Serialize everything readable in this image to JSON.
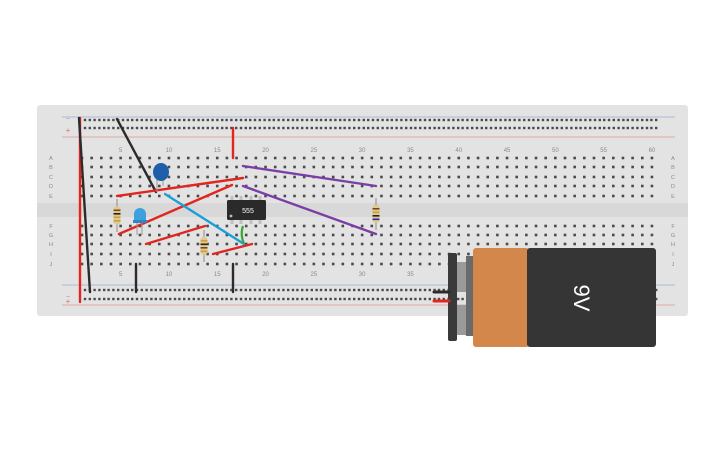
{
  "breadboard": {
    "column_numbers": [
      "5",
      "10",
      "15",
      "20",
      "25",
      "30",
      "35",
      "40",
      "45",
      "50",
      "55",
      "60"
    ],
    "row_letters_top": [
      "A",
      "B",
      "C",
      "D",
      "E"
    ],
    "row_letters_bottom": [
      "F",
      "G",
      "H",
      "I",
      "J"
    ],
    "rail_marks": {
      "minus": "−",
      "plus": "+"
    }
  },
  "components": {
    "ic": {
      "label": "555"
    },
    "battery": {
      "label": "9V"
    }
  },
  "colors": {
    "board": "#e3e3e3",
    "hole": "#4a4a4a",
    "rail_red": "#e07070",
    "rail_blue": "#7a8fd0",
    "wire_red": "#e0261f",
    "wire_black": "#2b2b2b",
    "wire_blue": "#1a9fd8",
    "wire_purple": "#7b3ea6",
    "wire_green": "#3aa63a",
    "battery_copper": "#d4874a",
    "battery_body": "#353535",
    "led_blue": "#3fa0e0",
    "capacitor_blue": "#1d5fa8"
  }
}
